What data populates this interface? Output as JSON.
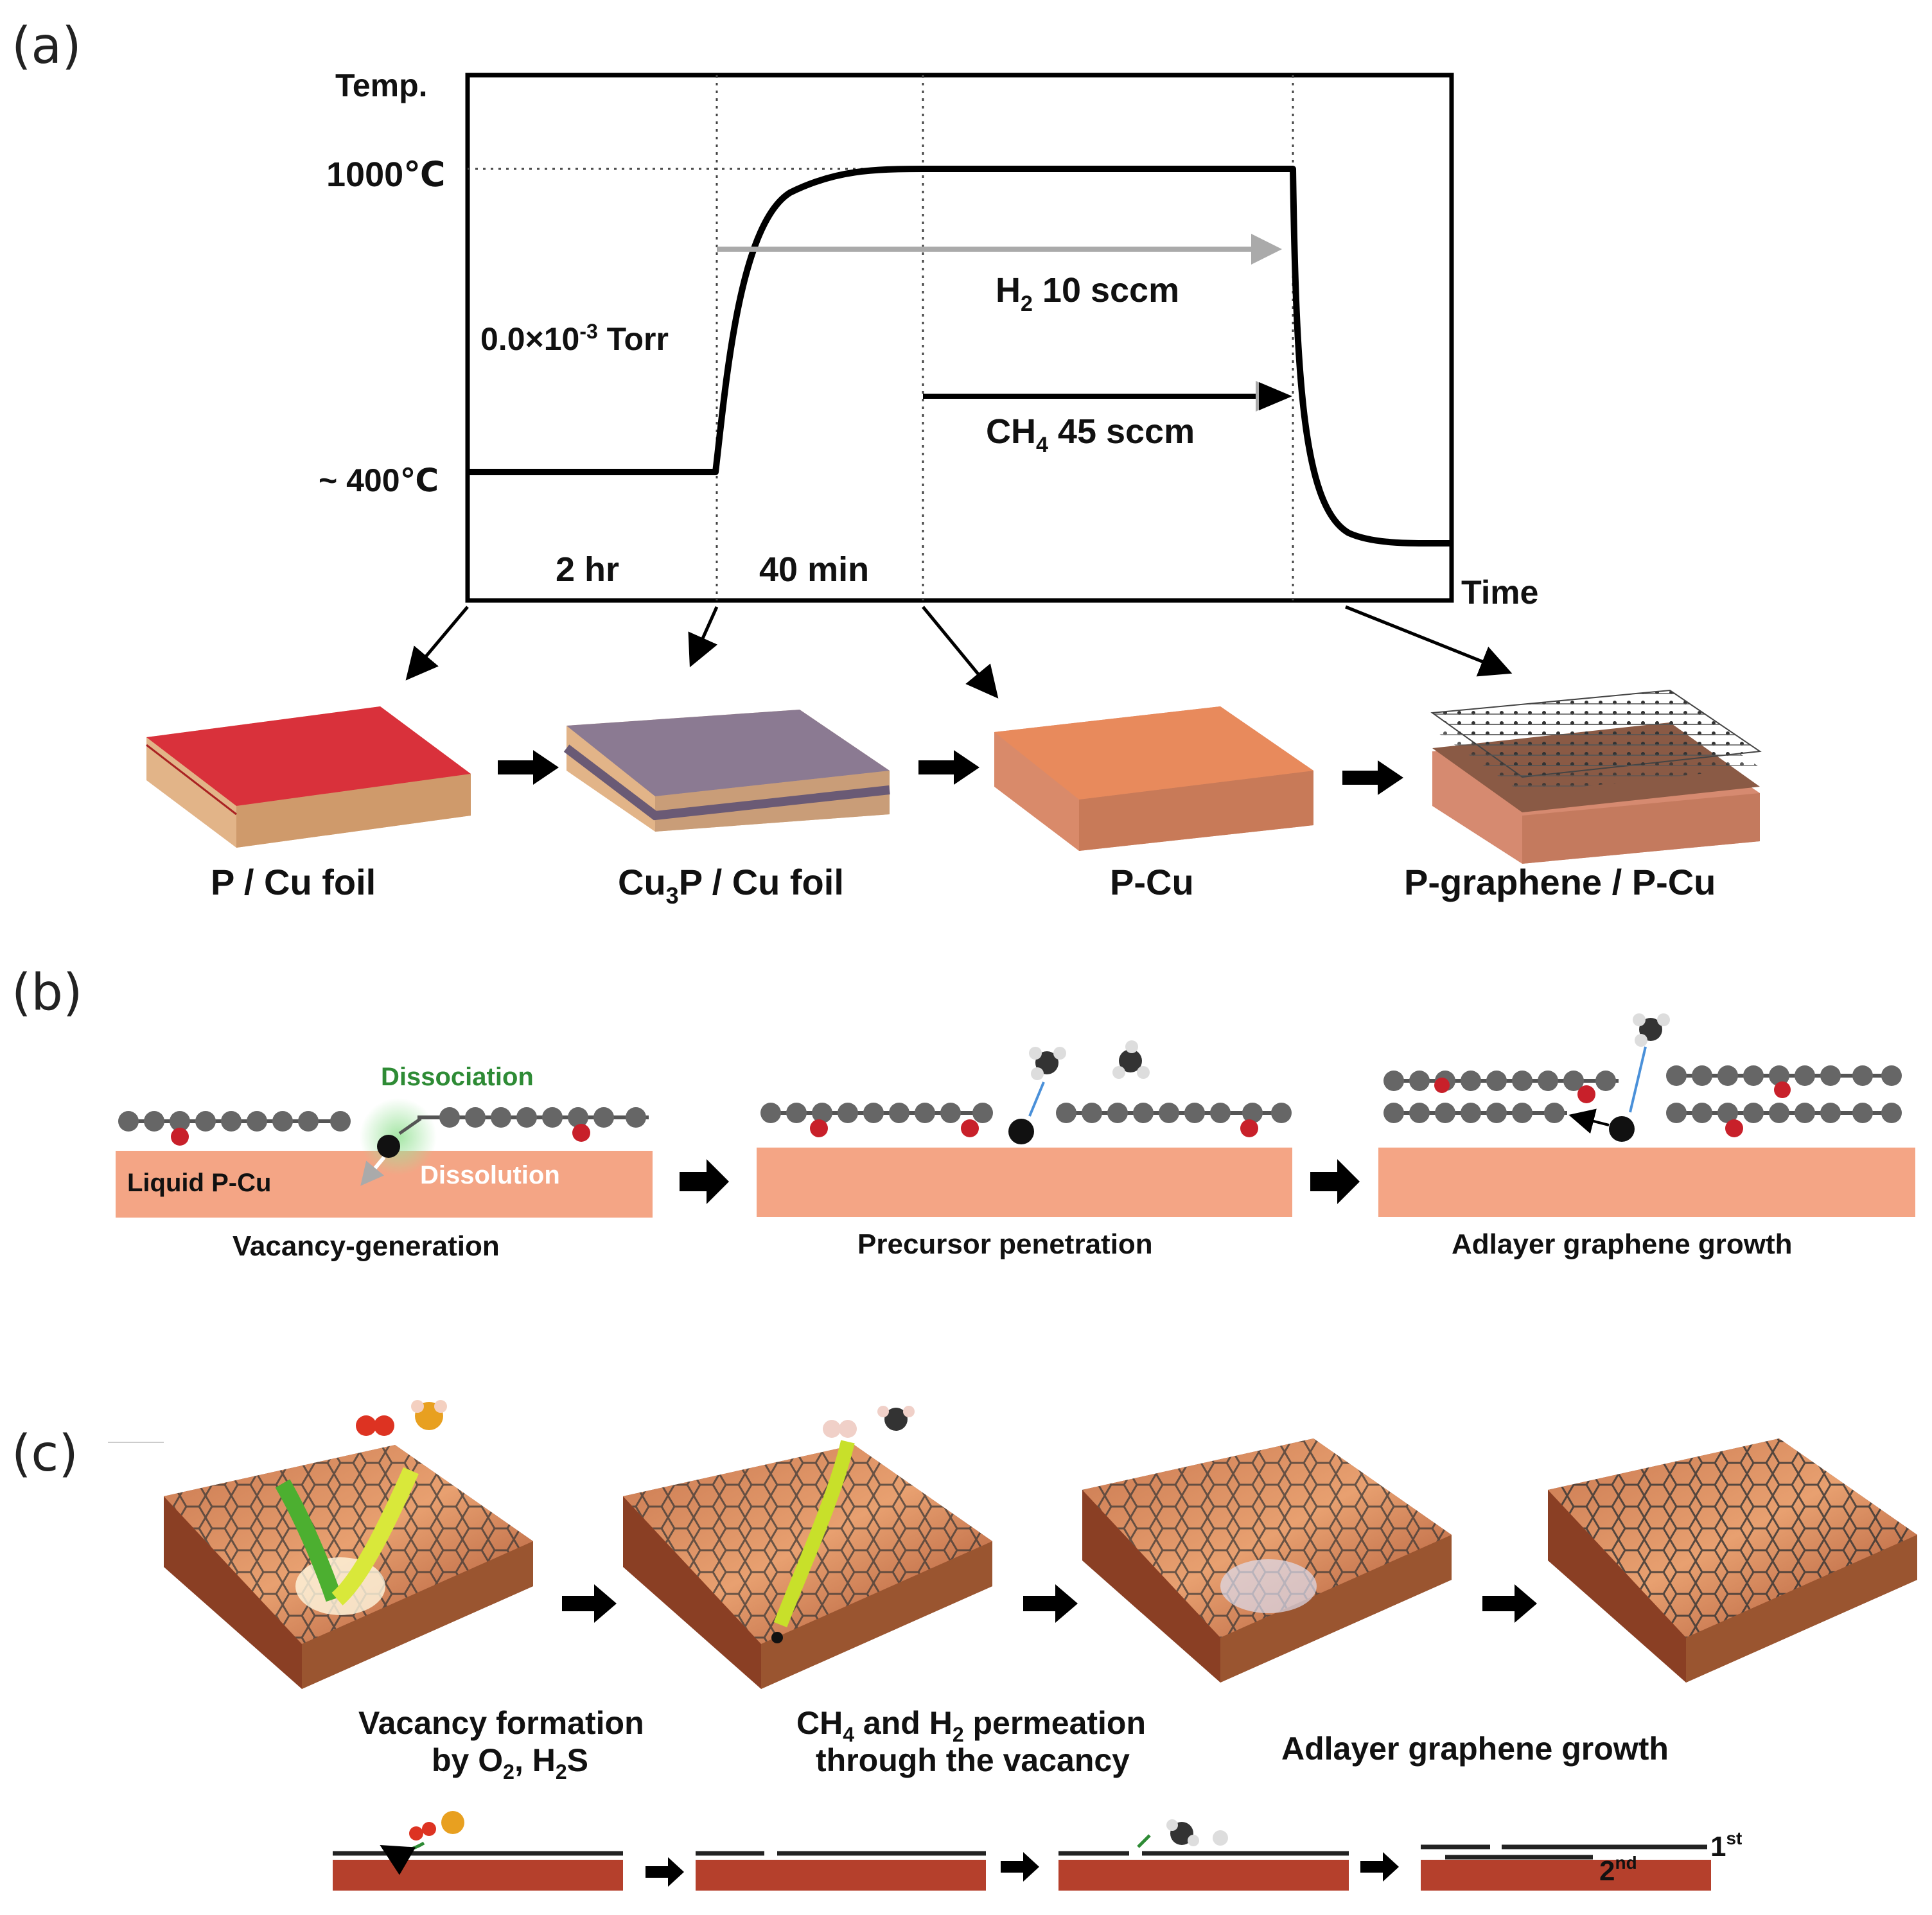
{
  "panels": {
    "a": "(a)",
    "b": "(b)",
    "c": "(c)"
  },
  "graph": {
    "y_axis_label": "Temp.",
    "x_axis_label": "Time",
    "temp_high": "1000℃",
    "temp_low": "~ 400℃",
    "pressure": "0.0×10",
    "pressure_exp": "-3",
    "pressure_unit": " Torr",
    "h2_gas": "H",
    "h2_sub": "2",
    "h2_flow": " 10 sccm",
    "ch4_gas": "CH",
    "ch4_sub": "4",
    "ch4_flow": " 45 sccm",
    "duration_1": "2 hr",
    "duration_2": "40 min"
  },
  "stages_a": [
    {
      "pre": "P / Cu foil",
      "sub": "",
      "post": ""
    },
    {
      "pre": "Cu",
      "sub": "3",
      "post": "P / Cu foil"
    },
    {
      "pre": "P-Cu",
      "sub": "",
      "post": ""
    },
    {
      "pre": "P-graphene / P-Cu",
      "sub": "",
      "post": ""
    }
  ],
  "panel_b": {
    "dissociation": "Dissociation",
    "dissolution": "Dissolution",
    "substrate": "Liquid P-Cu",
    "steps": [
      "Vacancy-generation",
      "Precursor penetration",
      "Adlayer graphene growth"
    ]
  },
  "panel_c": {
    "step1_line1": "Vacancy formation",
    "step1_line2_pre": "by O",
    "step1_line2_sub1": "2",
    "step1_line2_mid": ", H",
    "step1_line2_sub2": "2",
    "step1_line2_post": "S",
    "step2_line1_pre": "CH",
    "step2_line1_sub1": "4",
    "step2_line1_mid": " and H",
    "step2_line1_sub2": "2",
    "step2_line1_post": " permeation",
    "step2_line2": "through the vacancy",
    "step3": "Adlayer  graphene growth",
    "layer_1": "1",
    "layer_1_sup": "st",
    "layer_2": "2",
    "layer_2_sup": "nd"
  },
  "colors": {
    "red_film": "#d9313b",
    "cu3p": "#8b7a92",
    "cu": "#e88a5c",
    "wood": "#e2b488",
    "substrate_b": "#f4a585",
    "substrate_c": "#b5402c",
    "hydrogen_arrow": "#aaaaaa",
    "dissociation_green": "#2e8b35",
    "atom_gray": "#666666",
    "atom_red": "#c8202a"
  }
}
